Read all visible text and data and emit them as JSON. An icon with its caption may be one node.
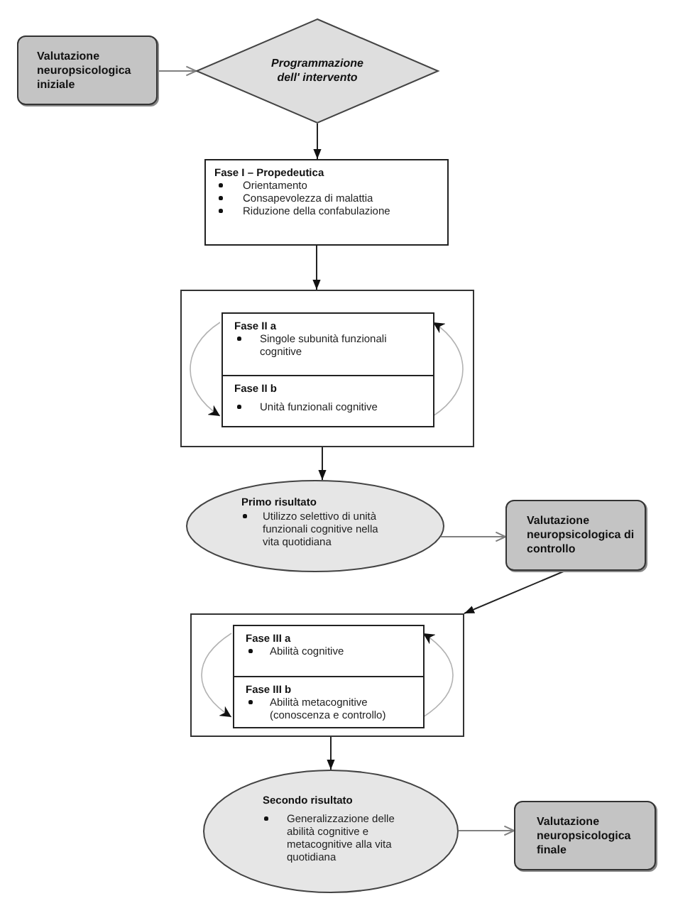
{
  "diagram": {
    "nodes": [
      {
        "text": [
          "Valutazione neuropsicologica iniziale"
        ]
      },
      {
        "text": [
          "Programmazione dell' intervento"
        ]
      },
      {
        "text": [
          "Fase I – Propedeutica",
          "Orientamento",
          "Consapevolezza di malattia",
          "Riduzione della confabulazione"
        ]
      },
      {
        "text": [],
        "shape": "box"
      },
      {
        "text": [
          "Fase II a",
          "Singole subunità funzionali cognitive"
        ],
        "in": 3
      },
      {
        "text": [
          "Fase II b",
          "Unità funzionali cognitive"
        ],
        "in": 3
      },
      {
        "text": [
          "Primo risultato",
          "Utilizzo selettivo di unità funzionali cognitive nella vita quotidiana"
        ]
      },
      {
        "text": [
          "Valutazione neuropsicologica di controllo"
        ]
      },
      {
        "text": [],
        "shape": "box"
      },
      {
        "text": [
          "Fase III a",
          "Abilità cognitive"
        ],
        "in": 8
      },
      {
        "text": [
          "Fase III b",
          "Abilità metacognitive (conoscenza e controllo)"
        ],
        "in": 8
      },
      {
        "text": [
          "Secondo risultato",
          "Generalizzazione delle abilità cognitive e metacognitive alla vita quotidiana"
        ]
      },
      {
        "text": [
          "Valutazione neuropsicologica finale"
        ]
      }
    ],
    "edges": [
      {
        "from": 0,
        "to": 1,
        "arrow": "to",
        "color": "#808080"
      },
      {
        "from": 1,
        "to": 2,
        "arrow": "to"
      },
      {
        "from": 2,
        "to": 3,
        "arrow": "to"
      },
      {
        "from": 4,
        "to": 5,
        "arrow": "to",
        "color": "#b3b3b3"
      },
      {
        "from": 5,
        "to": 4,
        "arrow": "to",
        "color": "#b3b3b3"
      },
      {
        "from": 3,
        "to": 6,
        "arrow": "to"
      },
      {
        "from": 6,
        "to": 7,
        "arrow": "to",
        "color": "#808080"
      },
      {
        "from": 7,
        "to": 8,
        "arrow": "to"
      },
      {
        "from": 9,
        "to": 10,
        "arrow": "to",
        "color": "#b3b3b3"
      },
      {
        "from": 10,
        "to": 9,
        "arrow": "to",
        "color": "#b3b3b3"
      },
      {
        "from": 8,
        "to": 11,
        "arrow": "to"
      },
      {
        "from": 11,
        "to": 12,
        "arrow": "to",
        "color": "#808080"
      }
    ]
  }
}
